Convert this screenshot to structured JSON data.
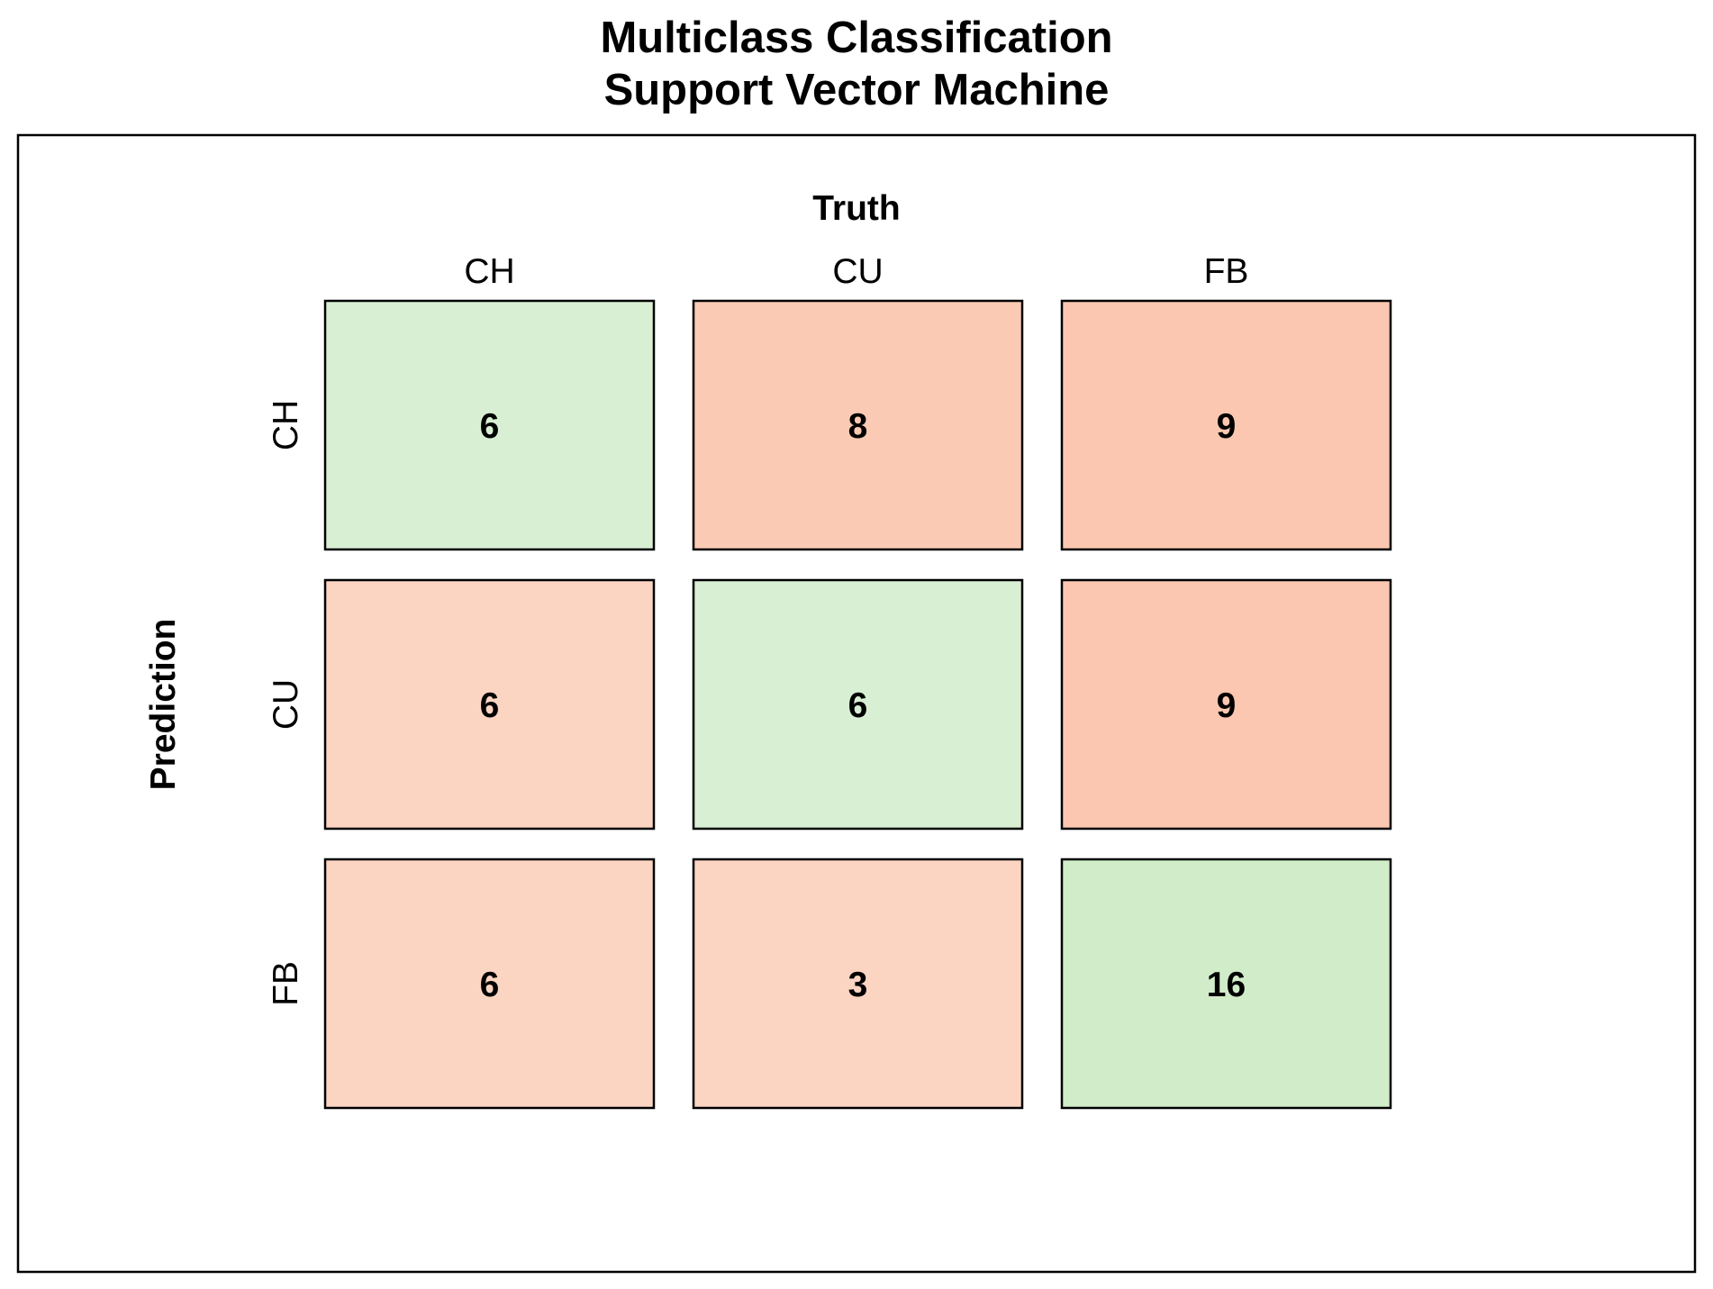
{
  "chart_data": {
    "type": "heatmap",
    "title": "Multiclass Classification",
    "subtitle": "Support Vector Machine",
    "xlabel": "Truth",
    "ylabel": "Prediction",
    "x_categories": [
      "CH",
      "CU",
      "FB"
    ],
    "y_categories": [
      "CH",
      "CU",
      "FB"
    ],
    "values": [
      [
        6,
        8,
        9
      ],
      [
        6,
        6,
        9
      ],
      [
        6,
        3,
        16
      ]
    ],
    "colors": {
      "diagonal": [
        "#d9efd4",
        "#d9efd4",
        "#d1ecc9"
      ],
      "off_diagonal": {
        "0-1": "#fbcab4",
        "0-2": "#fbc7b0",
        "1-0": "#fcd4c2",
        "1-2": "#fbc7b0",
        "2-0": "#fcd4c2",
        "2-1": "#fcd4c2"
      },
      "border": "#000000"
    },
    "legend": "none",
    "grid": false
  }
}
